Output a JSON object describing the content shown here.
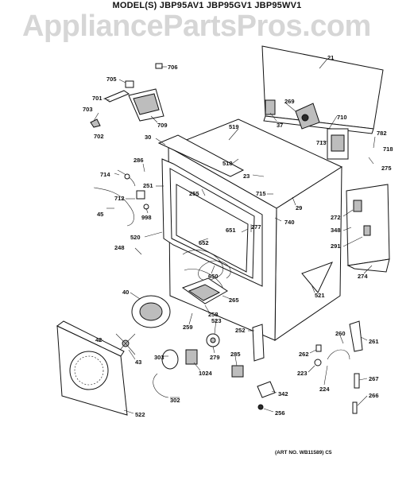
{
  "header": {
    "models": "MODEL(S) JBP95AV1  JBP95GV1  JBP95WV1"
  },
  "watermark": {
    "text": "AppliancePartsPros.com"
  },
  "footer": {
    "art_no": "(ART NO. WB11589)  C5"
  },
  "callouts": [
    {
      "id": "c21",
      "label": "21"
    },
    {
      "id": "c706",
      "label": "706"
    },
    {
      "id": "c705",
      "label": "705"
    },
    {
      "id": "c701",
      "label": "701"
    },
    {
      "id": "c703",
      "label": "703"
    },
    {
      "id": "c702",
      "label": "702"
    },
    {
      "id": "c709",
      "label": "709"
    },
    {
      "id": "c269",
      "label": "269"
    },
    {
      "id": "c37",
      "label": "37"
    },
    {
      "id": "c710",
      "label": "710"
    },
    {
      "id": "c713",
      "label": "713"
    },
    {
      "id": "c782",
      "label": "782"
    },
    {
      "id": "c718",
      "label": "718"
    },
    {
      "id": "c275",
      "label": "275"
    },
    {
      "id": "c519",
      "label": "519"
    },
    {
      "id": "c30",
      "label": "30"
    },
    {
      "id": "c286",
      "label": "286"
    },
    {
      "id": "c518",
      "label": "518"
    },
    {
      "id": "c23",
      "label": "23"
    },
    {
      "id": "c714",
      "label": "714"
    },
    {
      "id": "c251",
      "label": "251"
    },
    {
      "id": "c255",
      "label": "255"
    },
    {
      "id": "c715",
      "label": "715"
    },
    {
      "id": "c29",
      "label": "29"
    },
    {
      "id": "c712",
      "label": "712"
    },
    {
      "id": "c45",
      "label": "45"
    },
    {
      "id": "c998",
      "label": "998"
    },
    {
      "id": "c272",
      "label": "272"
    },
    {
      "id": "c740",
      "label": "740"
    },
    {
      "id": "c348",
      "label": "348"
    },
    {
      "id": "c651",
      "label": "651"
    },
    {
      "id": "c277",
      "label": "277"
    },
    {
      "id": "c520",
      "label": "520"
    },
    {
      "id": "c652",
      "label": "652"
    },
    {
      "id": "c291",
      "label": "291"
    },
    {
      "id": "c248",
      "label": "248"
    },
    {
      "id": "c650",
      "label": "650"
    },
    {
      "id": "c274",
      "label": "274"
    },
    {
      "id": "c521",
      "label": "521"
    },
    {
      "id": "c40",
      "label": "40"
    },
    {
      "id": "c265",
      "label": "265"
    },
    {
      "id": "c258",
      "label": "258"
    },
    {
      "id": "c259",
      "label": "259"
    },
    {
      "id": "c523",
      "label": "523"
    },
    {
      "id": "c252",
      "label": "252"
    },
    {
      "id": "c42",
      "label": "42"
    },
    {
      "id": "c260",
      "label": "260"
    },
    {
      "id": "c261",
      "label": "261"
    },
    {
      "id": "c279",
      "label": "279"
    },
    {
      "id": "c43",
      "label": "43"
    },
    {
      "id": "c303",
      "label": "303"
    },
    {
      "id": "c1024",
      "label": "1024"
    },
    {
      "id": "c285",
      "label": "285"
    },
    {
      "id": "c262",
      "label": "262"
    },
    {
      "id": "c223",
      "label": "223"
    },
    {
      "id": "c224",
      "label": "224"
    },
    {
      "id": "c267",
      "label": "267"
    },
    {
      "id": "c302",
      "label": "302"
    },
    {
      "id": "c342",
      "label": "342"
    },
    {
      "id": "c266",
      "label": "266"
    },
    {
      "id": "c522",
      "label": "522"
    },
    {
      "id": "c256",
      "label": "256"
    }
  ]
}
